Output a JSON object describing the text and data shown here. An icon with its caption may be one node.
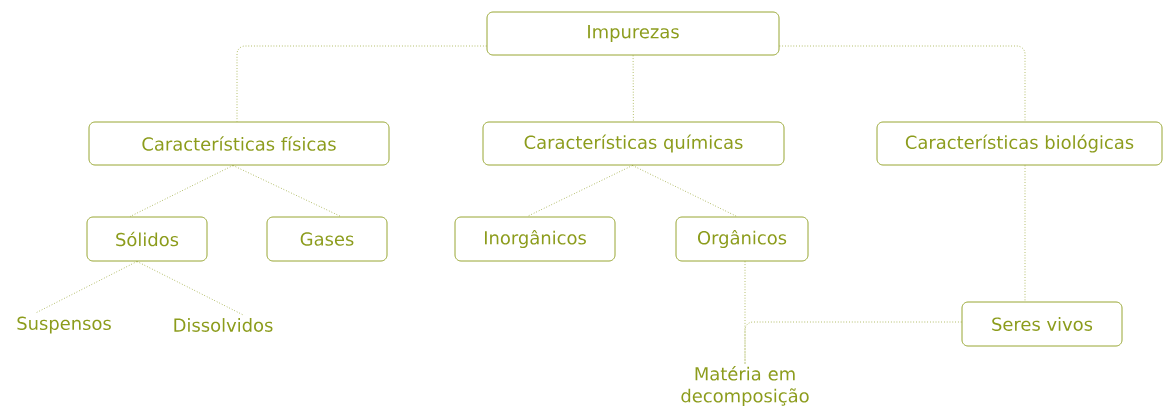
{
  "diagram": {
    "nodes": [
      {
        "text": [
          "Impurezas"
        ]
      },
      {
        "text": [
          "Características físicas"
        ]
      },
      {
        "text": [
          "Características químicas"
        ]
      },
      {
        "text": [
          "Características biológicas"
        ]
      },
      {
        "text": [
          "Sólidos"
        ]
      },
      {
        "text": [
          "Gases"
        ]
      },
      {
        "text": [
          "Inorgânicos"
        ]
      },
      {
        "text": [
          "Orgânicos"
        ]
      },
      {
        "text": [
          "Suspensos"
        ]
      },
      {
        "text": [
          "Dissolvidos"
        ]
      },
      {
        "text": [
          "Seres vivos"
        ]
      },
      {
        "text": [
          "Matéria em decomposição"
        ]
      }
    ],
    "edges": [
      {
        "from": 0,
        "to": 1,
        "arrow": "none"
      },
      {
        "from": 0,
        "to": 2,
        "arrow": "none"
      },
      {
        "from": 0,
        "to": 3,
        "arrow": "none"
      },
      {
        "from": 1,
        "to": 4,
        "arrow": "none"
      },
      {
        "from": 1,
        "to": 5,
        "arrow": "none"
      },
      {
        "from": 2,
        "to": 6,
        "arrow": "none"
      },
      {
        "from": 2,
        "to": 7,
        "arrow": "none"
      },
      {
        "from": 4,
        "to": 8,
        "arrow": "none"
      },
      {
        "from": 4,
        "to": 9,
        "arrow": "none"
      },
      {
        "from": 3,
        "to": 10,
        "arrow": "none"
      },
      {
        "from": 7,
        "to": 11,
        "arrow": "none"
      },
      {
        "from": 10,
        "to": 11,
        "arrow": "none"
      }
    ]
  }
}
